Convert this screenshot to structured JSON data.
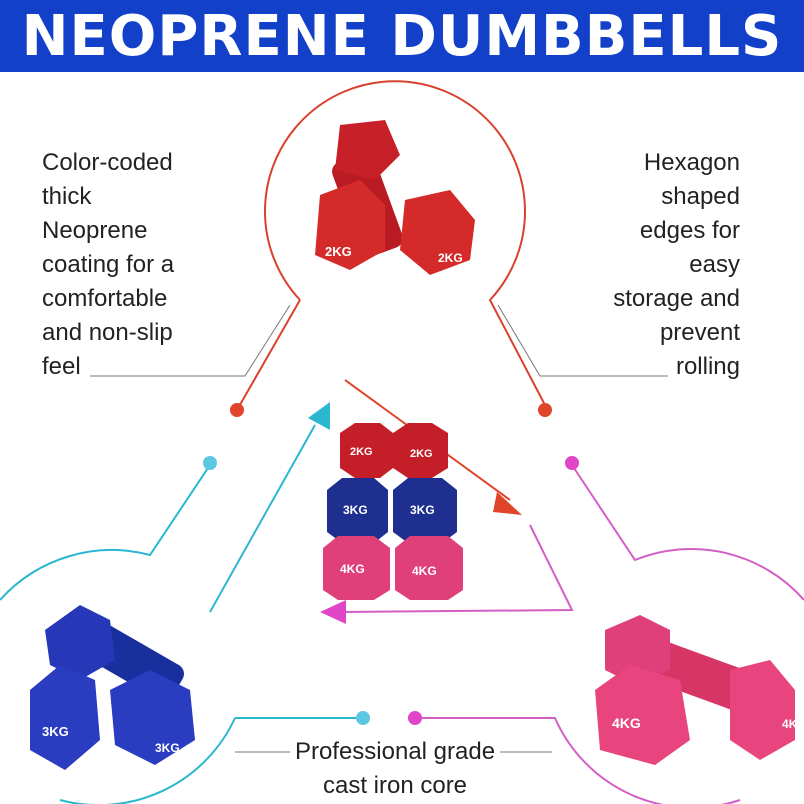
{
  "header": {
    "title": "NEOPRENE DUMBBELLS"
  },
  "features": {
    "left": [
      "Color-coded",
      "thick",
      "Neoprene",
      "coating for a",
      "comfortable",
      "and non-slip",
      "feel"
    ],
    "right": [
      "Hexagon",
      "shaped",
      "edges for",
      "easy",
      "storage and",
      "prevent",
      "rolling"
    ],
    "bottom": [
      "Professional grade",
      "cast iron core"
    ]
  },
  "weights": {
    "red": "2KG",
    "blue": "3KG",
    "pink": "4KG"
  },
  "colors": {
    "header": "#1240c8",
    "red": "#d42a2a",
    "blue": "#1f3bb0",
    "pink": "#e8457f",
    "cyan": "#2bb7d0",
    "magenta": "#d946c8"
  }
}
